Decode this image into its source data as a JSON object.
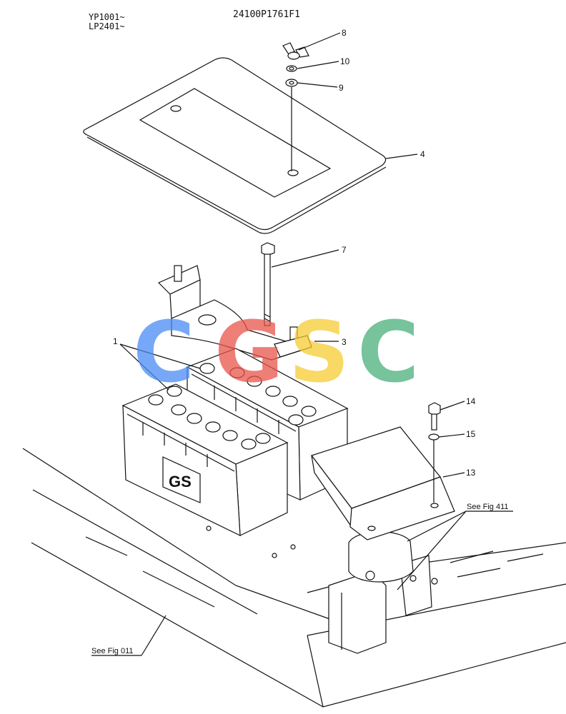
{
  "header": {
    "serial_line_1": "YP1001~",
    "serial_line_2": "LP2401~",
    "drawing_number": "24100P1761F1"
  },
  "callouts": [
    "1",
    "3",
    "4",
    "7",
    "8",
    "9",
    "10",
    "13",
    "14",
    "15"
  ],
  "references": {
    "fig_411": "See Fig 411",
    "fig_011": "See Fig 011"
  },
  "battery_brand": "GS",
  "watermark": {
    "letters": [
      "C",
      "G",
      "S",
      "C"
    ],
    "colors": [
      "#4a8cf5",
      "#e8554a",
      "#f6cd33",
      "#49b07c"
    ]
  }
}
